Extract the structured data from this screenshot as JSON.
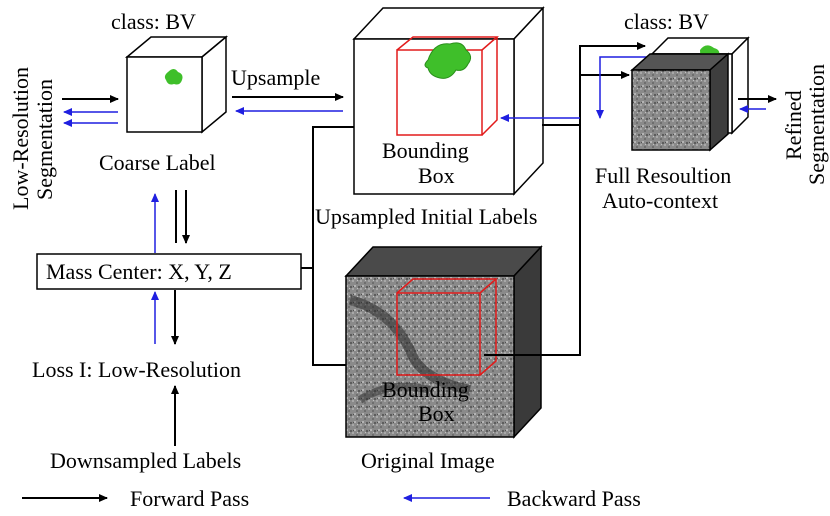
{
  "labels": {
    "low_res_seg_line1": "Low-Resolution",
    "low_res_seg_line2": "Segmentation",
    "class_bv_left": "class: BV",
    "coarse_label": "Coarse Label",
    "upsample": "Upsample",
    "mass_center": "Mass Center: X, Y, Z",
    "loss_low_res": "Loss I: Low-Resolution",
    "downsampled_labels": "Downsampled Labels",
    "bounding_top_line1": "Bounding",
    "bounding_top_line2": "Box",
    "upsampled_initial_labels": "Upsampled Initial Labels",
    "bounding_bottom_line1": "Bounding",
    "bounding_bottom_line2": "Box",
    "original_image": "Original Image",
    "class_bv_right": "class: BV",
    "full_resolution_line1": "Full Resoultion",
    "full_resolution_line2": "Auto-context",
    "refined_seg_line1": "Refined",
    "refined_seg_line2": "Segmentation"
  },
  "legend": {
    "forward": "Forward Pass",
    "backward": "Backward Pass"
  },
  "colors": {
    "forward_arrow": "#000000",
    "backward_arrow": "#1f1fe0",
    "bounding_box": "#e21b1b",
    "segmentation": "#3fbf2a"
  }
}
